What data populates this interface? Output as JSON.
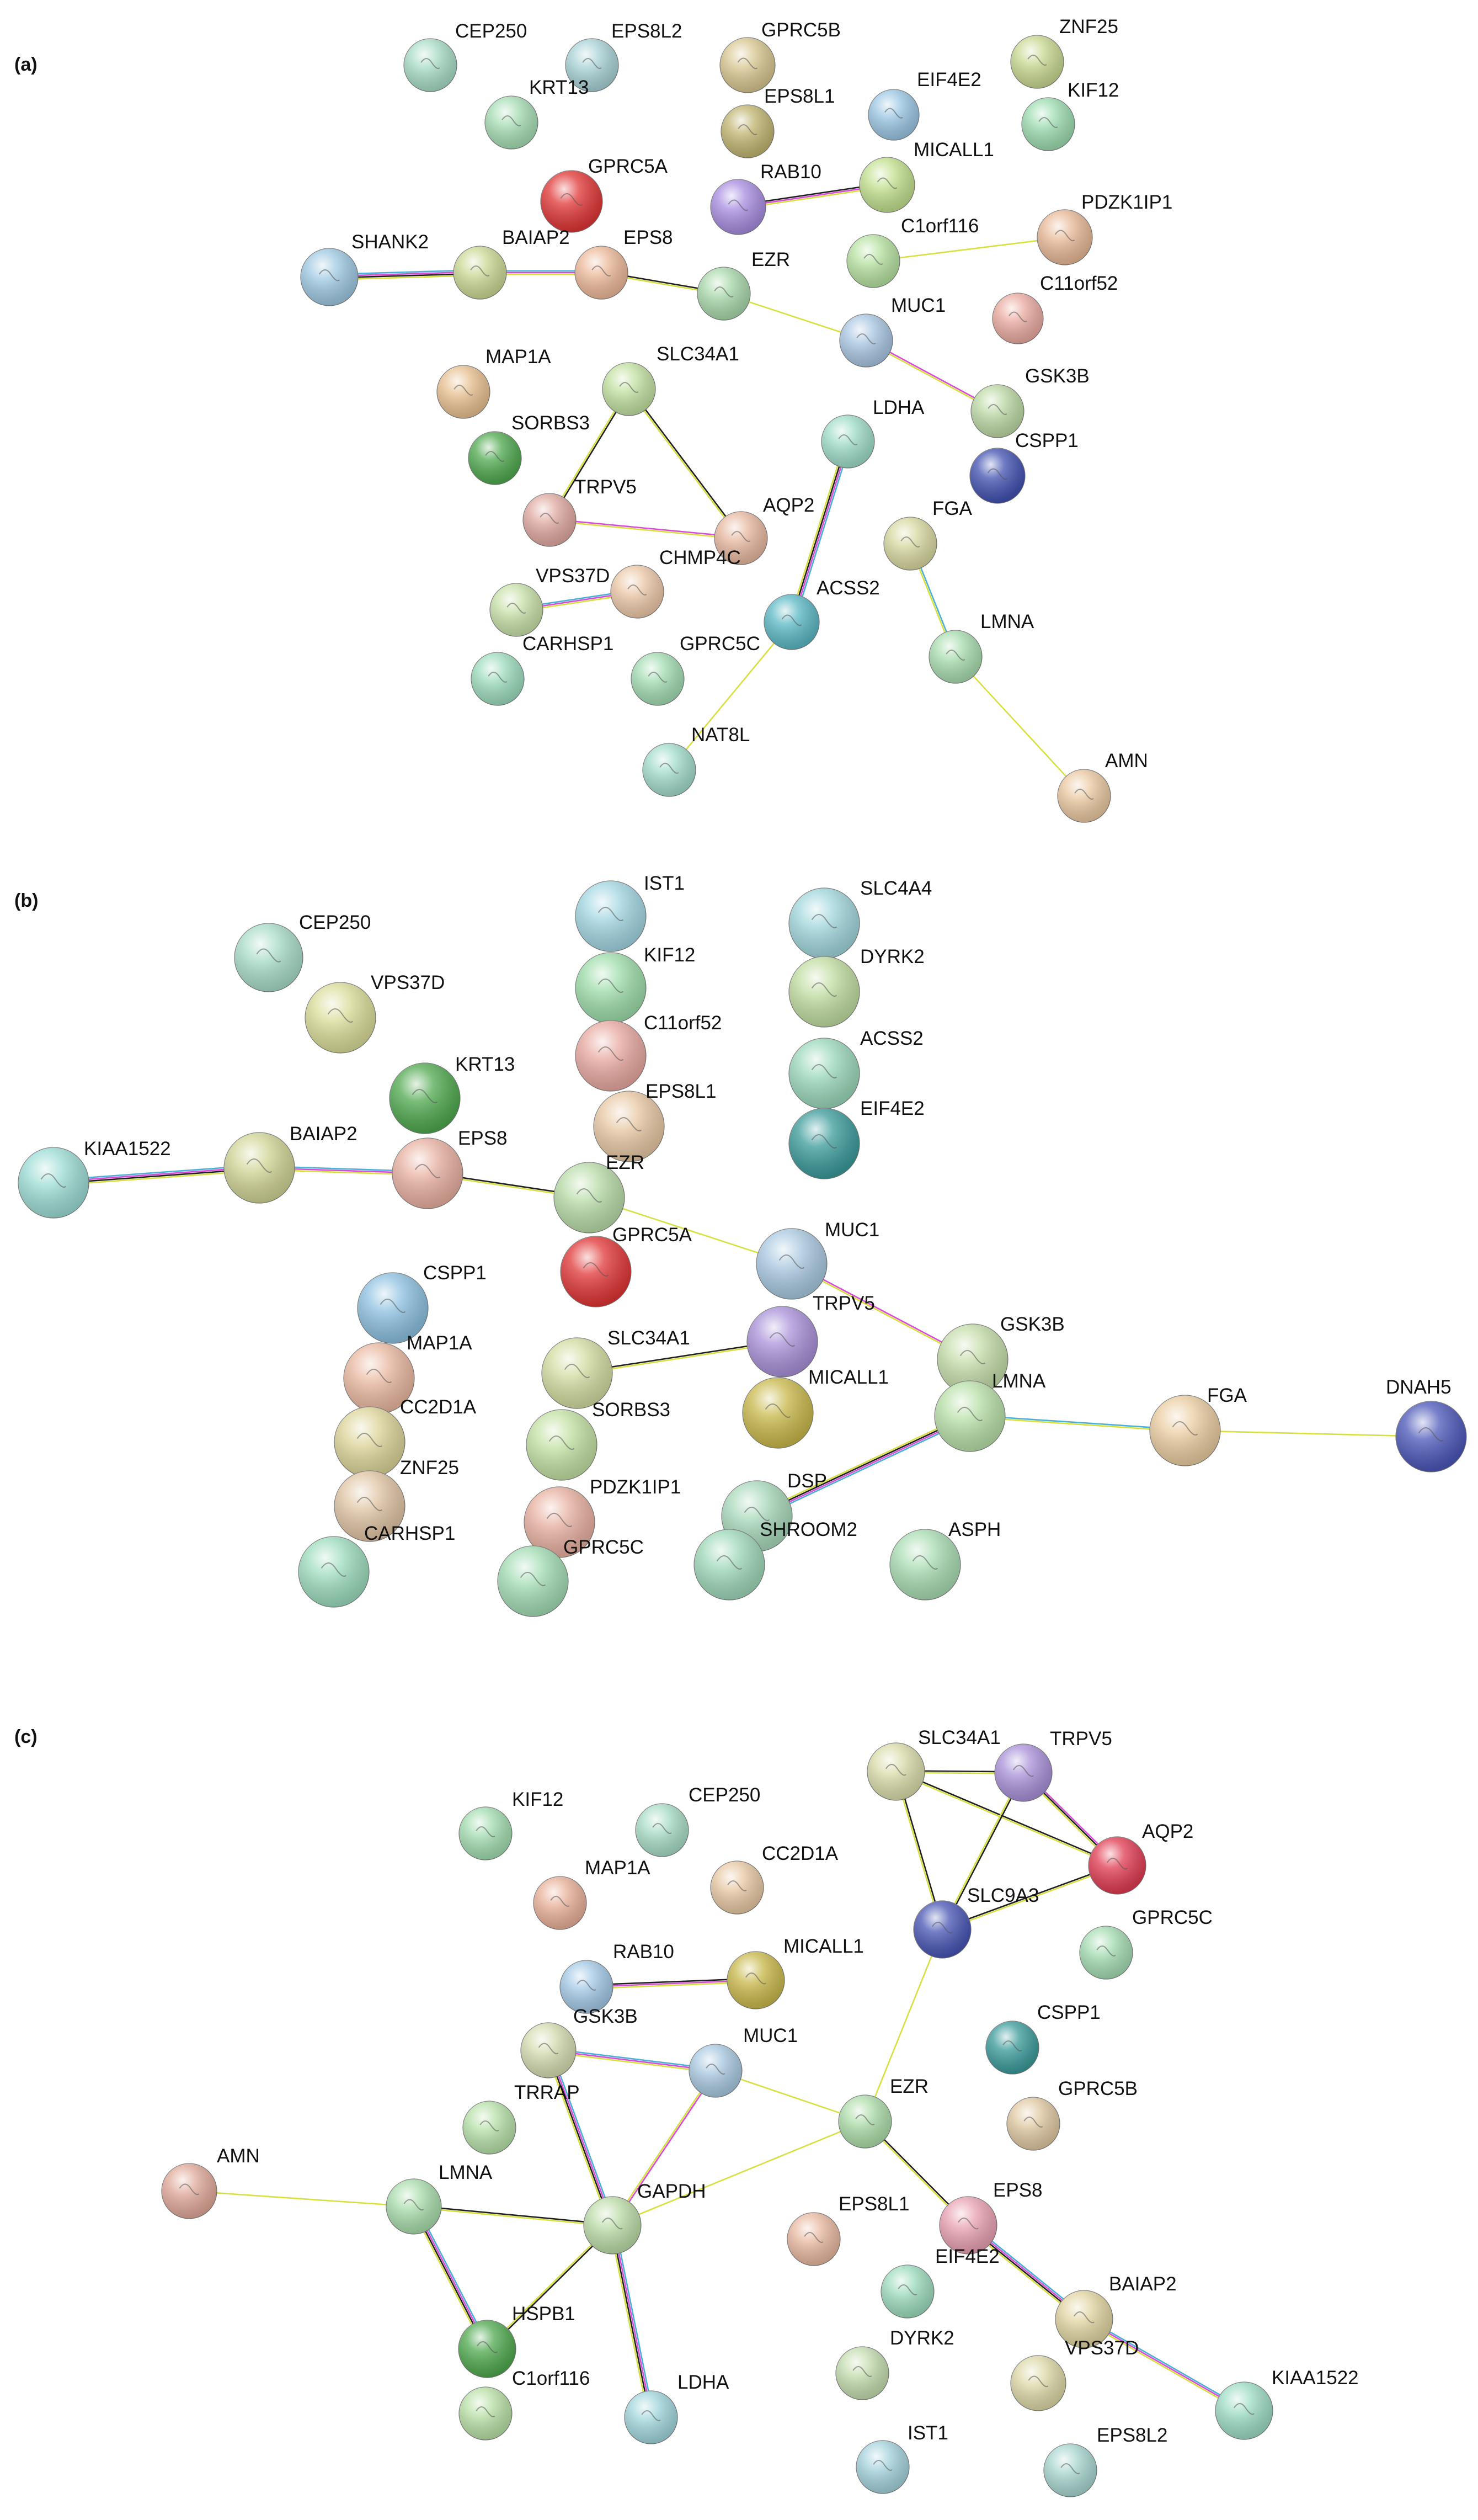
{
  "panels": [
    {
      "label": "(a)",
      "nodes": [
        {
          "id": "CEP250",
          "color": "#a8dcc6"
        },
        {
          "id": "EPS8L2",
          "color": "#a8d2d6"
        },
        {
          "id": "GPRC5B",
          "color": "#d8c690"
        },
        {
          "id": "ZNF25",
          "color": "#c8d890"
        },
        {
          "id": "KRT13",
          "color": "#a6ddb4"
        },
        {
          "id": "EPS8L1",
          "color": "#c0b470"
        },
        {
          "id": "EIF4E2",
          "color": "#9ac6e4"
        },
        {
          "id": "KIF12",
          "color": "#9cdcb0"
        },
        {
          "id": "GPRC5A",
          "color": "#e03434"
        },
        {
          "id": "RAB10",
          "color": "#a78ce0"
        },
        {
          "id": "MICALL1",
          "color": "#c2e08e"
        },
        {
          "id": "C1orf116",
          "color": "#b6e2a0"
        },
        {
          "id": "PDZK1IP1",
          "color": "#e8b896"
        },
        {
          "id": "SHANK2",
          "color": "#9ec8e2"
        },
        {
          "id": "BAIAP2",
          "color": "#cad894"
        },
        {
          "id": "EPS8",
          "color": "#ecb898"
        },
        {
          "id": "EZR",
          "color": "#a8d8aa"
        },
        {
          "id": "C11orf52",
          "color": "#eaaaa0"
        },
        {
          "id": "MUC1",
          "color": "#a8c6e2"
        },
        {
          "id": "MAP1A",
          "color": "#e8c090"
        },
        {
          "id": "SLC34A1",
          "color": "#c2e0a0"
        },
        {
          "id": "GSK3B",
          "color": "#bcd8a4"
        },
        {
          "id": "LDHA",
          "color": "#9edcc8"
        },
        {
          "id": "SORBS3",
          "color": "#4ea84e"
        },
        {
          "id": "CSPP1",
          "color": "#4050b0"
        },
        {
          "id": "TRPV5",
          "color": "#e0a8a0"
        },
        {
          "id": "AQP2",
          "color": "#e8b8a0"
        },
        {
          "id": "FGA",
          "color": "#d8d8a0"
        },
        {
          "id": "CHMP4C",
          "color": "#ecc8a8"
        },
        {
          "id": "VPS37D",
          "color": "#c8e0a8"
        },
        {
          "id": "ACSS2",
          "color": "#5ab8c4"
        },
        {
          "id": "LMNA",
          "color": "#a8dcae"
        },
        {
          "id": "CARHSP1",
          "color": "#9cdcbc"
        },
        {
          "id": "GPRC5C",
          "color": "#a2dcb2"
        },
        {
          "id": "NAT8L",
          "color": "#a2dccc"
        },
        {
          "id": "AMN",
          "color": "#eac8a0"
        }
      ],
      "edges": [
        [
          "SHANK2",
          "BAIAP2"
        ],
        [
          "BAIAP2",
          "EPS8"
        ],
        [
          "EPS8",
          "EZR"
        ],
        [
          "EZR",
          "MUC1"
        ],
        [
          "MUC1",
          "GSK3B"
        ],
        [
          "RAB10",
          "MICALL1"
        ],
        [
          "C1orf116",
          "PDZK1IP1"
        ],
        [
          "SLC34A1",
          "TRPV5"
        ],
        [
          "SLC34A1",
          "AQP2"
        ],
        [
          "TRPV5",
          "AQP2"
        ],
        [
          "LDHA",
          "ACSS2"
        ],
        [
          "VPS37D",
          "CHMP4C"
        ],
        [
          "ACSS2",
          "NAT8L"
        ],
        [
          "FGA",
          "LMNA"
        ],
        [
          "LMNA",
          "AMN"
        ]
      ]
    },
    {
      "label": "(b)",
      "nodes": [
        {
          "id": "CEP250",
          "color": "#a8dcc8"
        },
        {
          "id": "IST1",
          "color": "#a2d6e2"
        },
        {
          "id": "SLC4A4",
          "color": "#a0d6dc"
        },
        {
          "id": "KIF12",
          "color": "#9cdca8"
        },
        {
          "id": "VPS37D",
          "color": "#dadc98"
        },
        {
          "id": "DYRK2",
          "color": "#c0dca0"
        },
        {
          "id": "C11orf52",
          "color": "#e8a8a0"
        },
        {
          "id": "KRT13",
          "color": "#4ea84e"
        },
        {
          "id": "ACSS2",
          "color": "#9ad8ba"
        },
        {
          "id": "EPS8L1",
          "color": "#e8c8a4"
        },
        {
          "id": "EIF4E2",
          "color": "#3a9a9a"
        },
        {
          "id": "KIAA1522",
          "color": "#9cdcd4"
        },
        {
          "id": "BAIAP2",
          "color": "#d0d494"
        },
        {
          "id": "EPS8",
          "color": "#e8b0a0"
        },
        {
          "id": "EZR",
          "color": "#b8dca8"
        },
        {
          "id": "GPRC5A",
          "color": "#e03434"
        },
        {
          "id": "MUC1",
          "color": "#a8c8e0"
        },
        {
          "id": "CSPP1",
          "color": "#8cc0e0"
        },
        {
          "id": "TRPV5",
          "color": "#a890d8"
        },
        {
          "id": "MAP1A",
          "color": "#eab8a0"
        },
        {
          "id": "SLC34A1",
          "color": "#d2dca0"
        },
        {
          "id": "GSK3B",
          "color": "#c4dca8"
        },
        {
          "id": "MICALL1",
          "color": "#c8b84a"
        },
        {
          "id": "LMNA",
          "color": "#b8e0a8"
        },
        {
          "id": "FGA",
          "color": "#eacca0"
        },
        {
          "id": "DNAH5",
          "color": "#4a56b8"
        },
        {
          "id": "CC2D1A",
          "color": "#dcd498"
        },
        {
          "id": "SORBS3",
          "color": "#c2e0a2"
        },
        {
          "id": "ZNF25",
          "color": "#e0c4a4"
        },
        {
          "id": "PDZK1IP1",
          "color": "#e8b0a0"
        },
        {
          "id": "DSP",
          "color": "#a8d8ba"
        },
        {
          "id": "CARHSP1",
          "color": "#9cdcbc"
        },
        {
          "id": "GPRC5C",
          "color": "#a2dcb4"
        },
        {
          "id": "SHROOM2",
          "color": "#9ed8b8"
        },
        {
          "id": "ASPH",
          "color": "#a8dcb2"
        }
      ],
      "edges": [
        [
          "KIAA1522",
          "BAIAP2"
        ],
        [
          "BAIAP2",
          "EPS8"
        ],
        [
          "EPS8",
          "EZR"
        ],
        [
          "EZR",
          "MUC1"
        ],
        [
          "MUC1",
          "GSK3B"
        ],
        [
          "SLC34A1",
          "TRPV5"
        ],
        [
          "LMNA",
          "DSP"
        ],
        [
          "LMNA",
          "FGA"
        ],
        [
          "FGA",
          "DNAH5"
        ]
      ]
    },
    {
      "label": "(c)",
      "nodes": [
        {
          "id": "SLC34A1",
          "color": "#dadcaa"
        },
        {
          "id": "TRPV5",
          "color": "#a890d8"
        },
        {
          "id": "KIF12",
          "color": "#a2dcb0"
        },
        {
          "id": "CEP250",
          "color": "#a8dcc6"
        },
        {
          "id": "AQP2",
          "color": "#e03a50"
        },
        {
          "id": "CC2D1A",
          "color": "#e8c8a4"
        },
        {
          "id": "MAP1A",
          "color": "#e8b098"
        },
        {
          "id": "SLC9A3",
          "color": "#4654b4"
        },
        {
          "id": "GPRC5C",
          "color": "#a4dcb2"
        },
        {
          "id": "RAB10",
          "color": "#a2c8e6"
        },
        {
          "id": "MICALL1",
          "color": "#c8b84a"
        },
        {
          "id": "CSPP1",
          "color": "#3a9a9a"
        },
        {
          "id": "GSK3B",
          "color": "#d4dcb0"
        },
        {
          "id": "MUC1",
          "color": "#a8c8e0"
        },
        {
          "id": "GPRC5B",
          "color": "#e0c8a2"
        },
        {
          "id": "TRRAP",
          "color": "#b6e0a8"
        },
        {
          "id": "EZR",
          "color": "#acdca8"
        },
        {
          "id": "AMN",
          "color": "#e0a898"
        },
        {
          "id": "LMNA",
          "color": "#a8dcaa"
        },
        {
          "id": "GAPDH",
          "color": "#bcdca8"
        },
        {
          "id": "EPS8",
          "color": "#e8a0b0"
        },
        {
          "id": "EPS8L1",
          "color": "#e8b8a0"
        },
        {
          "id": "EIF4E2",
          "color": "#9cdcbc"
        },
        {
          "id": "BAIAP2",
          "color": "#e0d4a0"
        },
        {
          "id": "HSPB1",
          "color": "#4ea84e"
        },
        {
          "id": "DYRK2",
          "color": "#c4dcae"
        },
        {
          "id": "VPS37D",
          "color": "#dcd8a6"
        },
        {
          "id": "C1orf116",
          "color": "#b8e0a6"
        },
        {
          "id": "LDHA",
          "color": "#a0d6dc"
        },
        {
          "id": "KIAA1522",
          "color": "#9cdcc4"
        },
        {
          "id": "IST1",
          "color": "#a4d2dc"
        },
        {
          "id": "EPS8L2",
          "color": "#a8d6d0"
        }
      ],
      "edges": [
        [
          "SLC34A1",
          "TRPV5"
        ],
        [
          "SLC34A1",
          "AQP2"
        ],
        [
          "SLC34A1",
          "SLC9A3"
        ],
        [
          "TRPV5",
          "AQP2"
        ],
        [
          "TRPV5",
          "SLC9A3"
        ],
        [
          "SLC9A3",
          "AQP2"
        ],
        [
          "SLC9A3",
          "EZR"
        ],
        [
          "RAB10",
          "MICALL1"
        ],
        [
          "GSK3B",
          "MUC1"
        ],
        [
          "GSK3B",
          "GAPDH"
        ],
        [
          "MUC1",
          "GAPDH"
        ],
        [
          "MUC1",
          "EZR"
        ],
        [
          "EZR",
          "GAPDH"
        ],
        [
          "EZR",
          "EPS8"
        ],
        [
          "EPS8",
          "BAIAP2"
        ],
        [
          "BAIAP2",
          "KIAA1522"
        ],
        [
          "AMN",
          "LMNA"
        ],
        [
          "LMNA",
          "GAPDH"
        ],
        [
          "LMNA",
          "HSPB1"
        ],
        [
          "GAPDH",
          "HSPB1"
        ],
        [
          "GAPDH",
          "LDHA"
        ]
      ]
    }
  ]
}
